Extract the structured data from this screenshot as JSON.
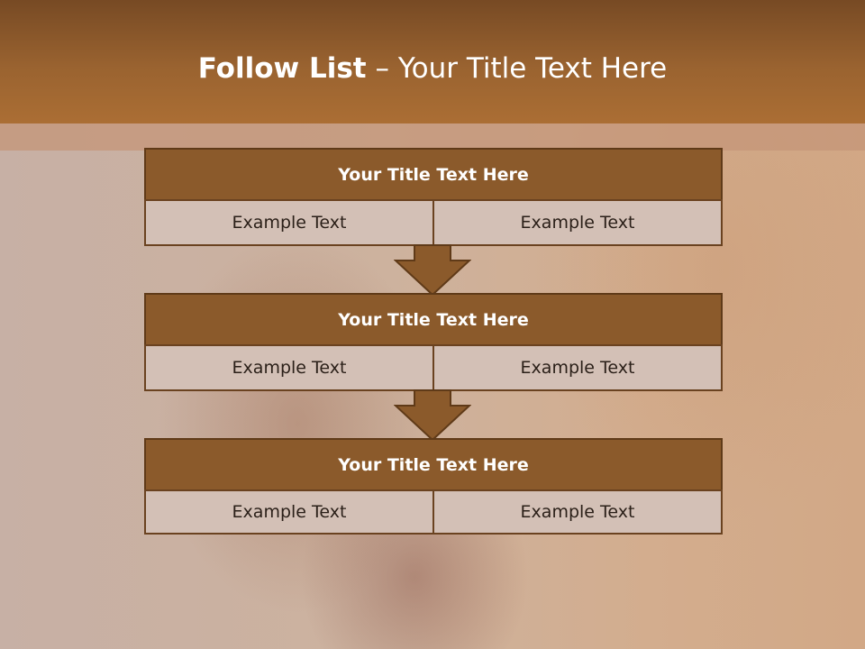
{
  "slide": {
    "title_bold": "Follow List",
    "title_rest": " – Your Title Text Here"
  },
  "blocks": [
    {
      "title": "Your Title Text Here",
      "cells": [
        "Example Text",
        "Example Text"
      ]
    },
    {
      "title": "Your Title Text Here",
      "cells": [
        "Example Text",
        "Example Text"
      ]
    },
    {
      "title": "Your Title Text Here",
      "cells": [
        "Example Text",
        "Example Text"
      ]
    }
  ],
  "colors": {
    "header": "#9a6330",
    "block_title_fill": "#8b5a2b",
    "cell_fill": "#d3c0b6",
    "arrow_fill": "#8b5a2b"
  }
}
